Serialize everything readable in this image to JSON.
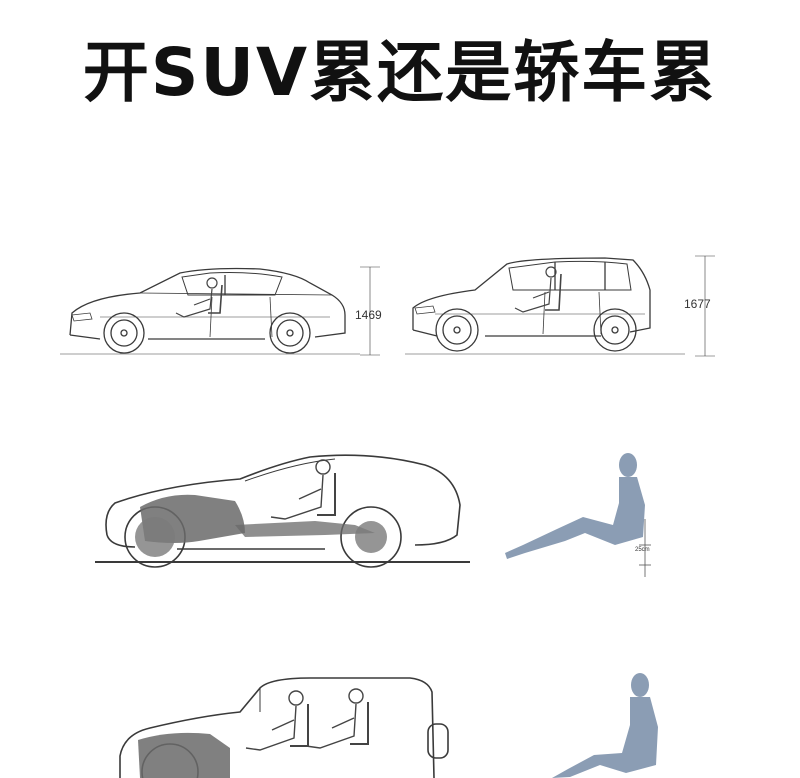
{
  "title": "开SUV累还是轿车累",
  "sedan_profile": {
    "height_label": "1469"
  },
  "suv_profile": {
    "height_label": "1677"
  },
  "sedan_seat": {
    "seat_height_label": "25cm"
  },
  "colors": {
    "line": "#3a3a3a",
    "figure": "#8b9db4",
    "chassis": "#6a6a6a",
    "text": "#111111"
  }
}
